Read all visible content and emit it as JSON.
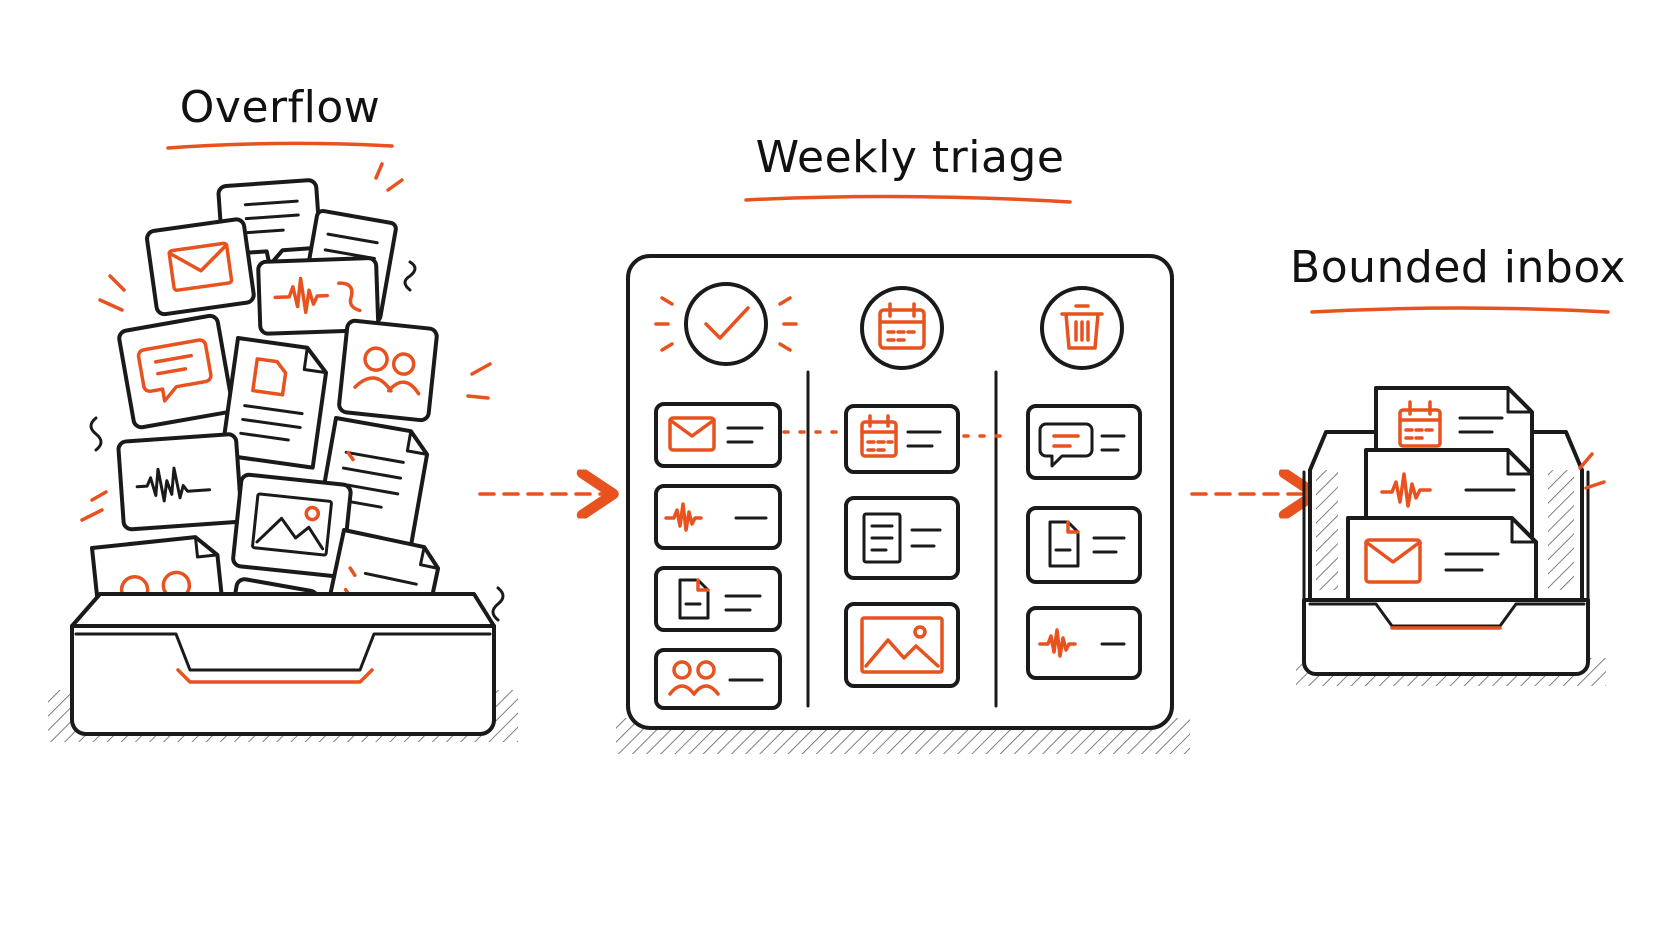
{
  "colors": {
    "accent": "#e8521f",
    "ink": "#1a1a1a",
    "background": "#ffffff"
  },
  "stages": [
    {
      "id": "overflow",
      "title": "Overflow"
    },
    {
      "id": "triage",
      "title": "Weekly triage"
    },
    {
      "id": "bounded",
      "title": "Bounded inbox"
    }
  ],
  "triage_columns": [
    {
      "header_icon": "check-icon",
      "items": [
        "mail-icon",
        "waveform-icon",
        "document-icon",
        "people-icon"
      ]
    },
    {
      "header_icon": "calendar-icon",
      "items": [
        "calendar-icon",
        "notes-icon",
        "image-icon"
      ]
    },
    {
      "header_icon": "trash-icon",
      "items": [
        "chat-icon",
        "document-icon",
        "waveform-icon"
      ]
    }
  ],
  "bounded_items": [
    "calendar-icon",
    "waveform-icon",
    "mail-icon"
  ],
  "overflow_items": [
    "chat-icon",
    "mail-icon",
    "notes-icon",
    "waveform-icon",
    "chat-icon",
    "document-icon",
    "people-icon",
    "waveform-icon",
    "notes-icon",
    "image-icon",
    "people-icon",
    "paperclip-icon",
    "notes-icon"
  ]
}
